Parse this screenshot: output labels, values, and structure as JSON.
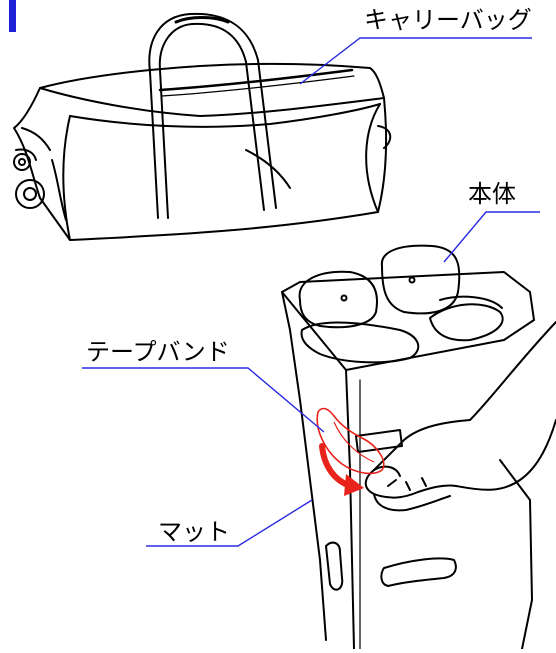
{
  "labels": {
    "carry_bag": "キャリーバッグ",
    "main_body": "本体",
    "tape_band": "テープバンド",
    "mat": "マット"
  },
  "colors": {
    "accent_bar": "#1f1fd6",
    "leader_line": "#2a2ae0",
    "arrow": "#e8231b",
    "band_outline": "#e8231b",
    "line_art": "#000000"
  },
  "icons": {
    "carry_bag": "carry-bag-illustration",
    "main_body": "folded-mat-body-illustration",
    "hand": "hand-illustration",
    "arrow": "curved-arrow-icon"
  }
}
